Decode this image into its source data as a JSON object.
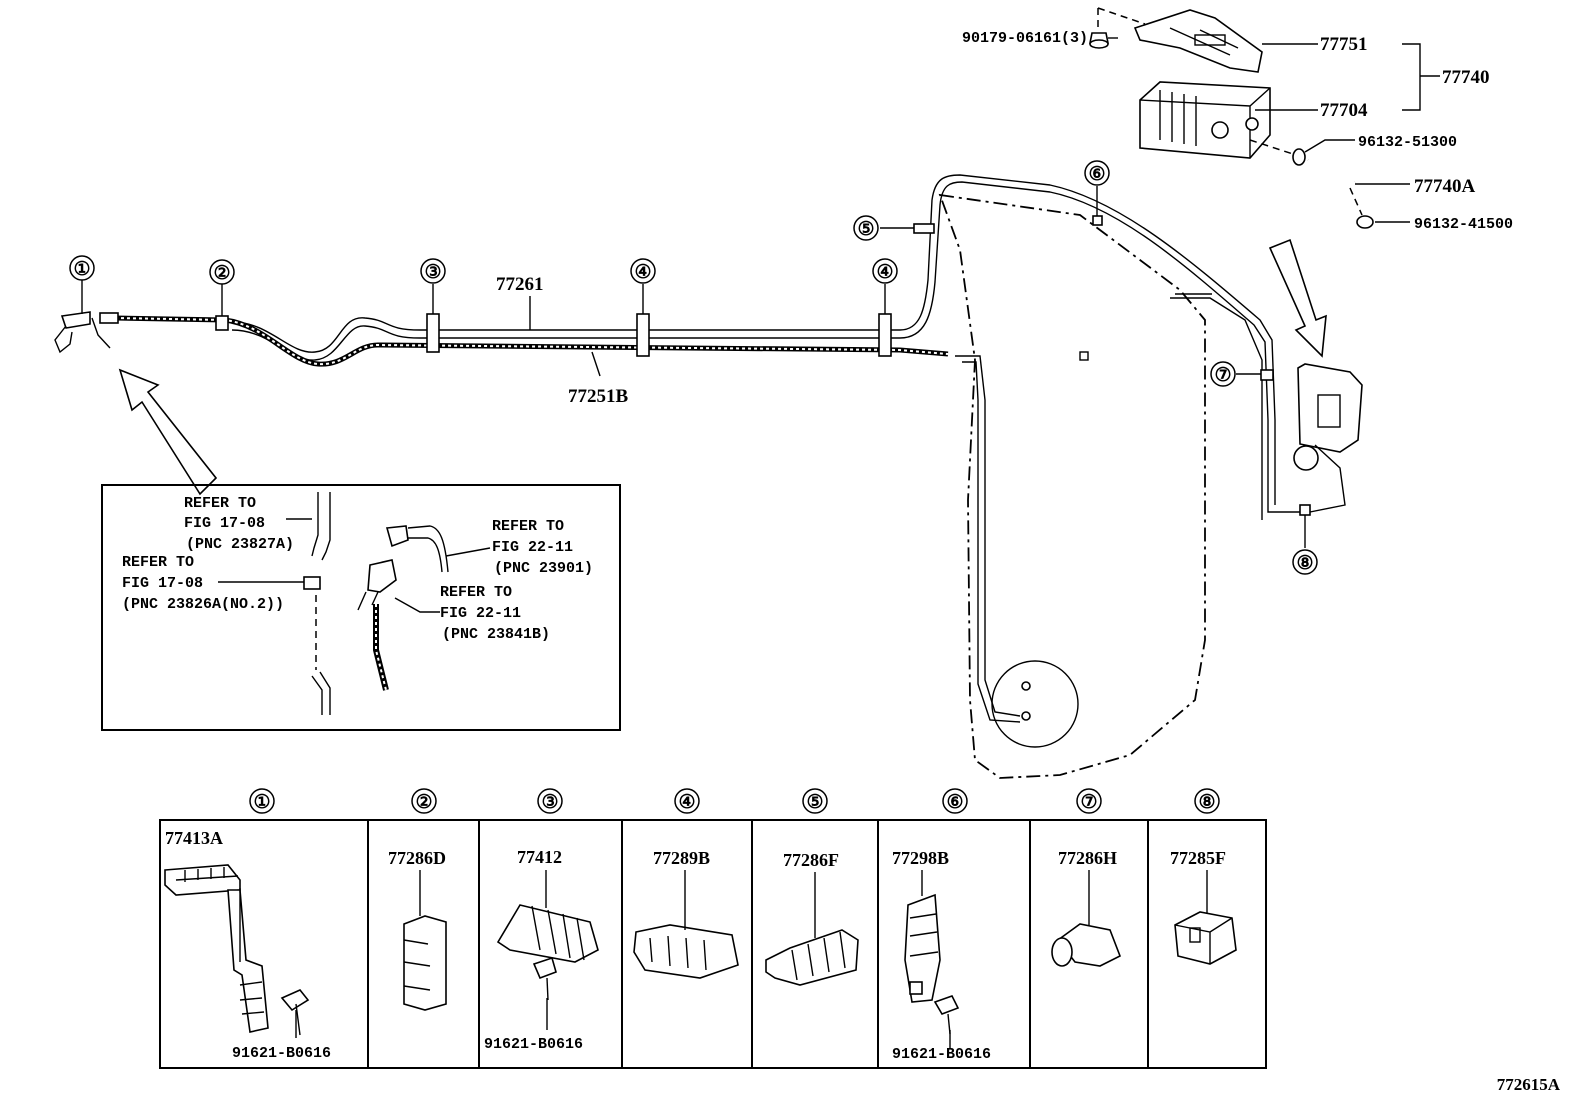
{
  "callouts": {
    "c1": "①",
    "c2": "②",
    "c3": "③",
    "c4": "④",
    "c5": "⑤",
    "c6": "⑥",
    "c7": "⑦",
    "c8": "⑧"
  },
  "parts": {
    "p77751": "77751",
    "p77740": "77740",
    "p77704": "77704",
    "p90179": "90179-06161(3)",
    "p96132a": "96132-51300",
    "p77740A": "77740A",
    "p96132b": "96132-41500",
    "p77261": "77261",
    "p77251B": "77251B"
  },
  "inset": {
    "r1a": "REFER TO",
    "r1b": "FIG 17-08",
    "r1c": "(PNC 23827A)",
    "r2a": "REFER TO",
    "r2b": "FIG 17-08",
    "r2c": "(PNC 23826A(NO.2))",
    "r3a": "REFER TO",
    "r3b": "FIG 22-11",
    "r3c": "(PNC 23901)",
    "r4a": "REFER TO",
    "r4b": "FIG 22-11",
    "r4c": "(PNC 23841B)"
  },
  "table": {
    "headers": [
      "①",
      "②",
      "③",
      "④",
      "⑤",
      "⑥",
      "⑦",
      "⑧"
    ],
    "cells": [
      "77413A",
      "77286D",
      "77412",
      "77289B",
      "77286F",
      "77298B",
      "77286H",
      "77285F"
    ],
    "bolts": [
      "91621-B0616",
      "91621-B0616",
      "91621-B0616"
    ]
  },
  "fig_id": "772615A"
}
